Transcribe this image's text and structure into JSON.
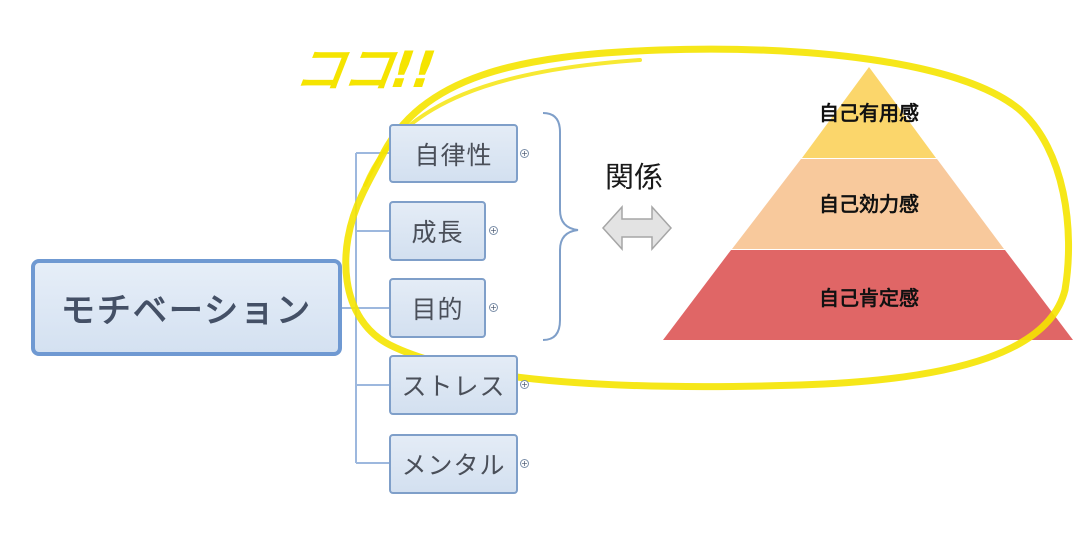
{
  "root": {
    "label": "モチベーション"
  },
  "children": [
    {
      "label": "自律性"
    },
    {
      "label": "成長"
    },
    {
      "label": "目的"
    },
    {
      "label": "ストレス"
    },
    {
      "label": "メンタル"
    }
  ],
  "relation": {
    "label": "関係"
  },
  "pyramid": {
    "tiers": [
      {
        "label": "自己有用感",
        "color": "#fbd66b"
      },
      {
        "label": "自己効力感",
        "color": "#f8c99c"
      },
      {
        "label": "自己肯定感",
        "color": "#e06666"
      }
    ]
  },
  "annotation": {
    "text": "ココ!!",
    "color": "#f5e400"
  },
  "colors": {
    "node_border": "#7f9fc9",
    "connector": "#9db8de",
    "highlight": "#f5e400"
  }
}
